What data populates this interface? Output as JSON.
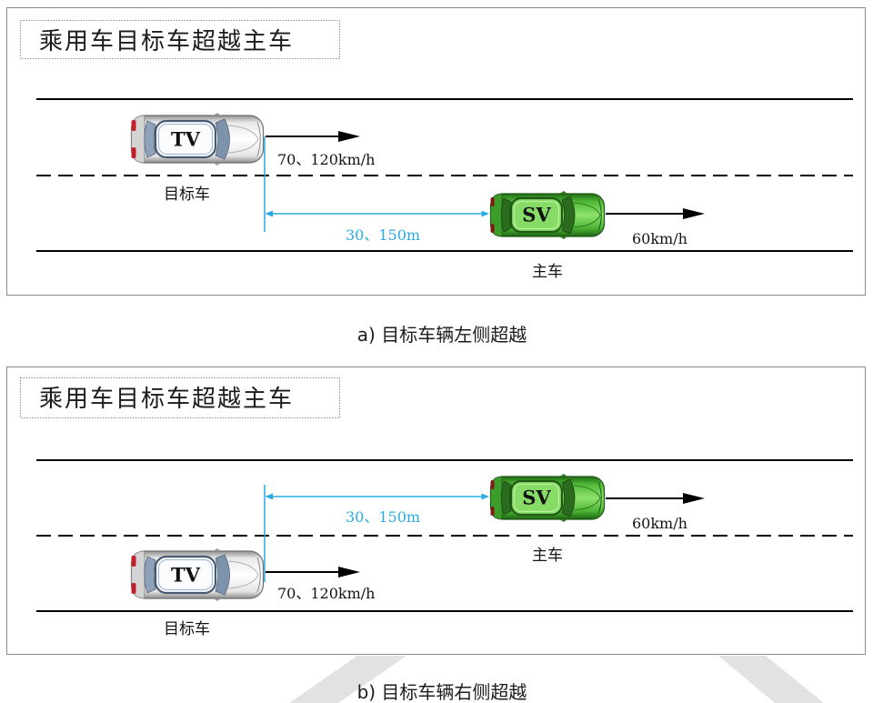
{
  "diagram": {
    "panels": [
      {
        "title": "乘用车目标车超越主车",
        "target_vehicle": {
          "badge": "TV",
          "label": "目标车",
          "speed": "70、120km/h"
        },
        "subject_vehicle": {
          "badge": "SV",
          "label": "主车",
          "speed": "60km/h"
        },
        "distance": "30、150m",
        "caption": "a) 目标车辆左侧超越"
      },
      {
        "title": "乘用车目标车超越主车",
        "target_vehicle": {
          "badge": "TV",
          "label": "目标车",
          "speed": "70、120km/h"
        },
        "subject_vehicle": {
          "badge": "SV",
          "label": "主车",
          "speed": "60km/h"
        },
        "distance": "30、150m",
        "caption": "b) 目标车辆右侧超越"
      }
    ]
  },
  "colors": {
    "road_line": "#000000",
    "distance": "#29abe2",
    "panel_border": "#8c8c8c",
    "speed_arrow": "#000000"
  }
}
